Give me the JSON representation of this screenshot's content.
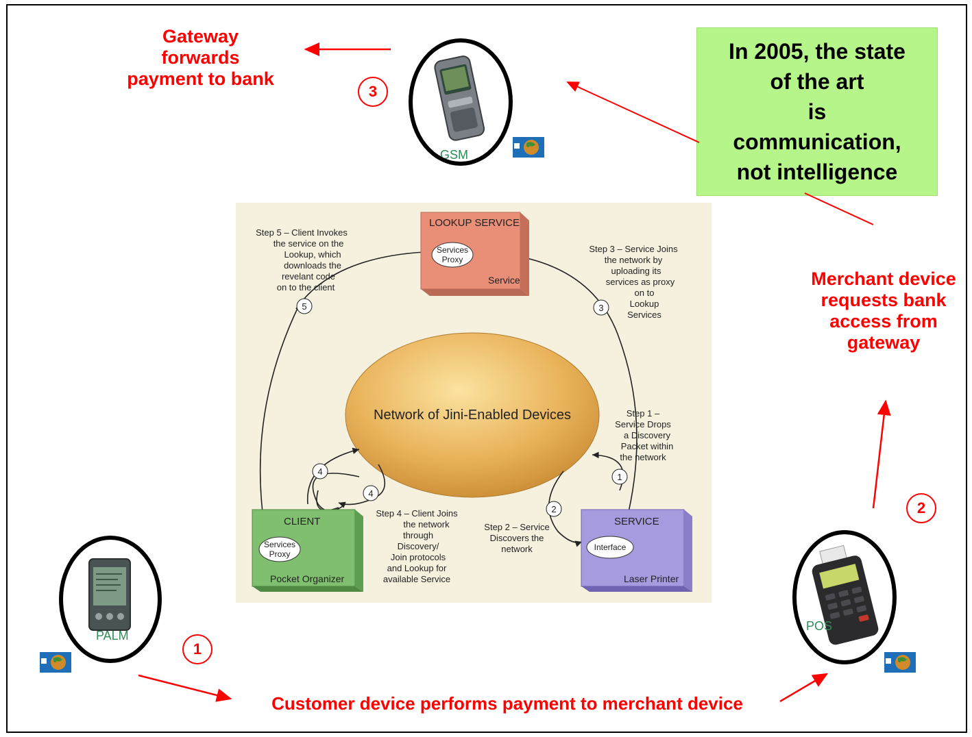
{
  "callouts": {
    "gateway_forwards": [
      "Gateway",
      "forwards",
      "payment to bank"
    ],
    "merchant_requests": [
      "Merchant device",
      "requests bank",
      "access from",
      "gateway"
    ],
    "customer_pays": "Customer device performs payment to merchant device",
    "step_numbers": [
      "1",
      "2",
      "3"
    ]
  },
  "note": {
    "text": "In 2005, the state\nof the art\nis\ncommunication,\nnot intelligence",
    "background": "#b6f58a"
  },
  "devices": {
    "gsm": {
      "label": "GSM",
      "icon": "mobile-phone-icon"
    },
    "palm": {
      "label": "PALM",
      "icon": "pda-icon"
    },
    "pos": {
      "label": "POS",
      "icon": "payment-terminal-icon"
    }
  },
  "jini": {
    "center": "Network of Jini-Enabled Devices",
    "lookup": {
      "title": "LOOKUP SERVICE",
      "proxy": [
        "Services",
        "Proxy"
      ],
      "service": "Service",
      "color": "#e98f78"
    },
    "client": {
      "title": "CLIENT",
      "proxy": [
        "Services",
        "Proxy"
      ],
      "device": "Pocket Organizer",
      "color": "#7fbf6f"
    },
    "service": {
      "title": "SERVICE",
      "interface": "Interface",
      "device": "Laser Printer",
      "color": "#a79be0"
    },
    "step1": [
      "Step 1 –",
      "Service Drops",
      "a Discovery",
      "Packet within",
      "the network"
    ],
    "step2": [
      "Step 2 – Service",
      "Discovers the",
      "network"
    ],
    "step3": [
      "Step 3 – Service Joins",
      "the network by",
      "uploading its",
      "services as proxy",
      "on to",
      "Lookup",
      "Services"
    ],
    "step4": [
      "Step 4 – Client Joins",
      "the network",
      "through",
      "Discovery/",
      "Join protocols",
      "and Lookup for",
      "available Service"
    ],
    "step5": [
      "Step 5 – Client Invokes",
      "the service on the",
      "Lookup, which",
      "downloads the",
      "revelant code",
      "on to the client"
    ],
    "markers": [
      "1",
      "2",
      "3",
      "4",
      "4",
      "5"
    ]
  },
  "colors": {
    "accent": "#ff0000",
    "device_label": "#2e8b57"
  }
}
